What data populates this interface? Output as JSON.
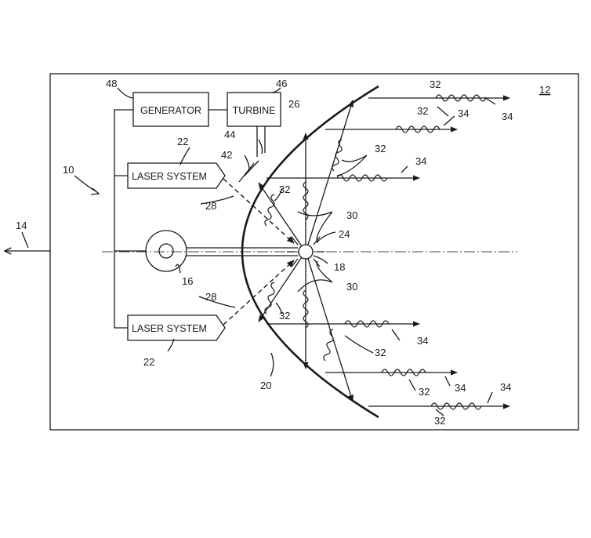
{
  "components": {
    "generator": "GENERATOR",
    "turbine": "TURBINE",
    "laser_system": "LASER SYSTEM"
  },
  "ref_numerals": {
    "system": "10",
    "enclosure": "12",
    "thrust_arrow": "14",
    "fuel_feed": "16",
    "fuel_pellet": "18",
    "reflector": "20",
    "laser": "22",
    "reaction": "24",
    "chamber": "26",
    "laser_beam": "28",
    "neutron": "30",
    "photon": "32",
    "ray": "34",
    "duct": "42",
    "pipe": "44",
    "turbine": "46",
    "generator": "48"
  }
}
